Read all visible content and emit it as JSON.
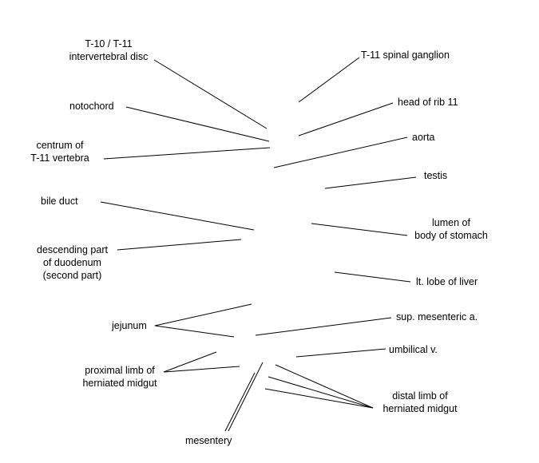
{
  "diagram": {
    "line_color": "#000000",
    "text_color": "#000000",
    "background": "#ffffff",
    "labels": {
      "intervertebral_disc": "T-10 / T-11\nintervertebral disc",
      "spinal_ganglion": "T-11 spinal ganglion",
      "notochord": "notochord",
      "head_of_rib": "head of rib 11",
      "centrum": "centrum of\nT-11 vertebra",
      "aorta": "aorta",
      "testis": "testis",
      "bile_duct": "bile duct",
      "stomach_lumen": "lumen of\nbody of stomach",
      "duodenum": "descending part\nof duodenum\n(second part)",
      "liver_lobe": "lt. lobe of liver",
      "jejunum": "jejunum",
      "sup_mesenteric_artery": "sup. mesenteric a.",
      "umbilical_vein": "umbilical v.",
      "proximal_limb": "proximal limb of\nherniated midgut",
      "distal_limb": "distal limb of\nherniated midgut",
      "mesentery": "mesentery"
    }
  }
}
